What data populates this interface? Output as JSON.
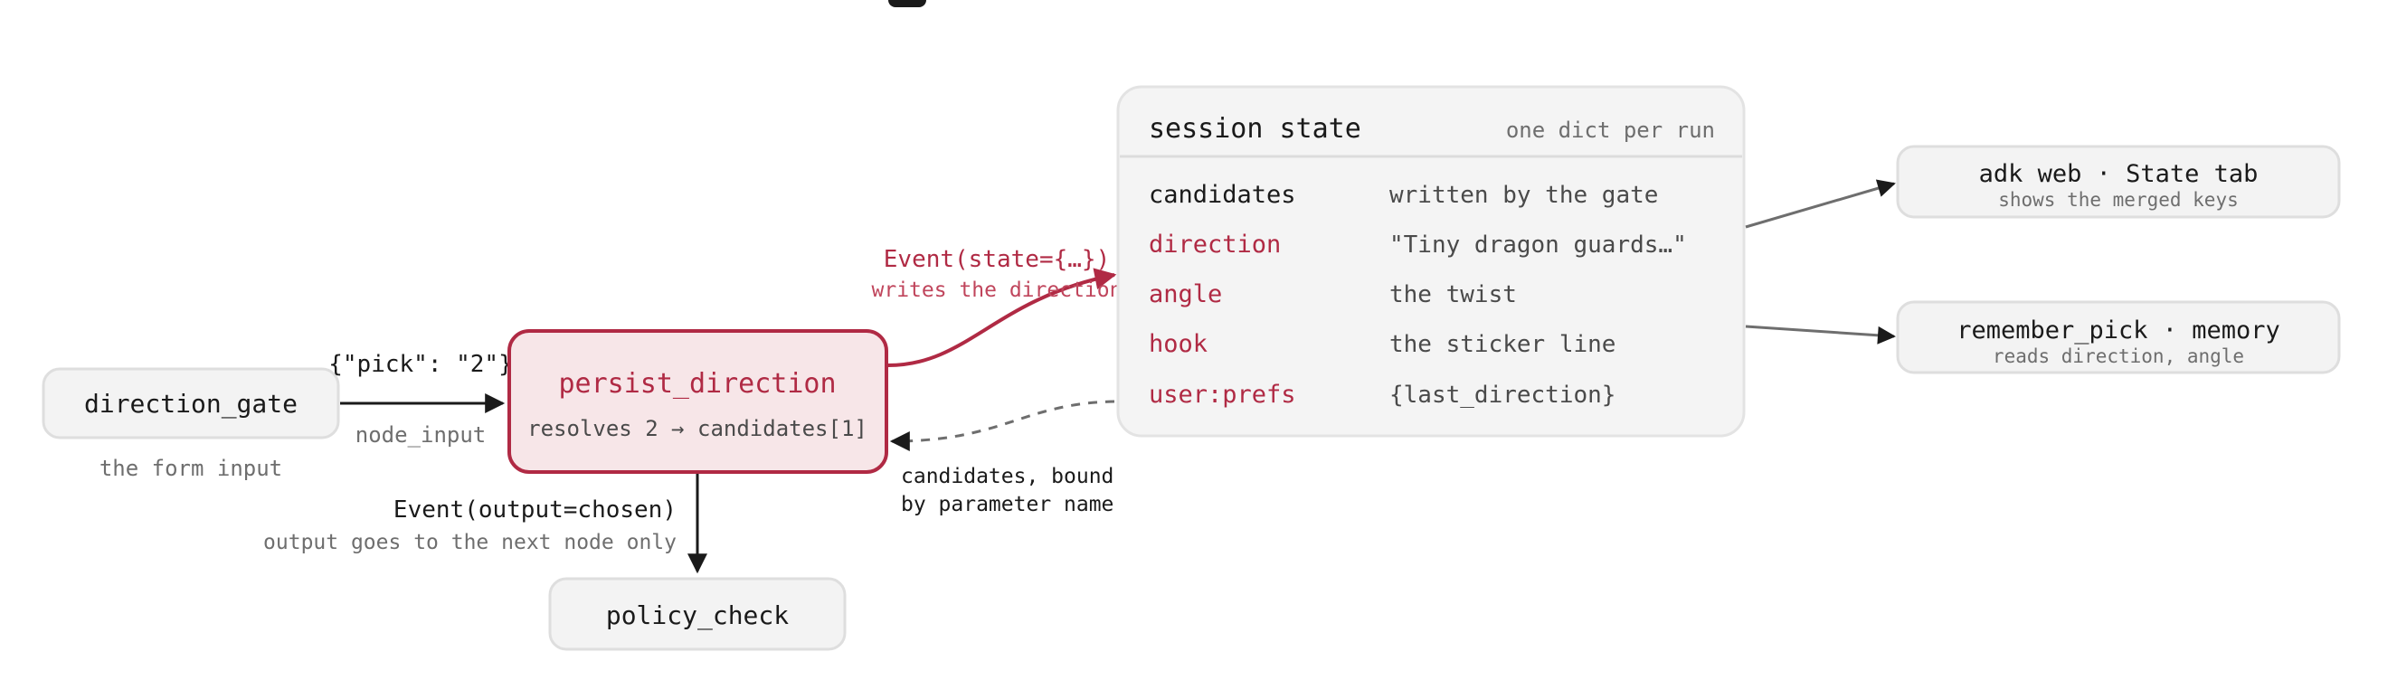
{
  "nodes": {
    "direction_gate": {
      "label": "direction_gate",
      "caption": "the form input"
    },
    "persist_direction": {
      "label": "persist_direction",
      "detail": "resolves 2 → candidates[1]"
    },
    "policy_check": {
      "label": "policy_check"
    }
  },
  "edges": {
    "gate_to_persist": {
      "top": "{\"pick\": \"2\"}",
      "bottom": "node_input"
    },
    "persist_to_policy": {
      "label": "Event(output=chosen)",
      "sub": "output goes to the next node only"
    },
    "persist_to_state": {
      "label": "Event(state={…})",
      "sub": "writes the direction"
    },
    "state_to_persist": {
      "line1": "candidates, bound",
      "line2": "by parameter name"
    }
  },
  "session_state": {
    "title": "session state",
    "note": "one dict per run",
    "rows": [
      {
        "key": "candidates",
        "value": "written by the gate"
      },
      {
        "key": "direction",
        "value": "\"Tiny dragon guards…\""
      },
      {
        "key": "angle",
        "value": "the twist"
      },
      {
        "key": "hook",
        "value": "the sticker line"
      },
      {
        "key": "user:prefs",
        "value": "{last_direction}"
      }
    ]
  },
  "outputs": {
    "adk_web": {
      "title": "adk web · State tab",
      "sub": "shows the merged keys"
    },
    "remember_pick": {
      "title": "remember_pick · memory",
      "sub": "reads direction, angle"
    }
  },
  "colors": {
    "accent": "#b02a44",
    "accent_fill": "#f7e6e8",
    "box_fill": "#f3f3f3",
    "text": "#1a1a1a",
    "muted": "#6e6e6e"
  }
}
